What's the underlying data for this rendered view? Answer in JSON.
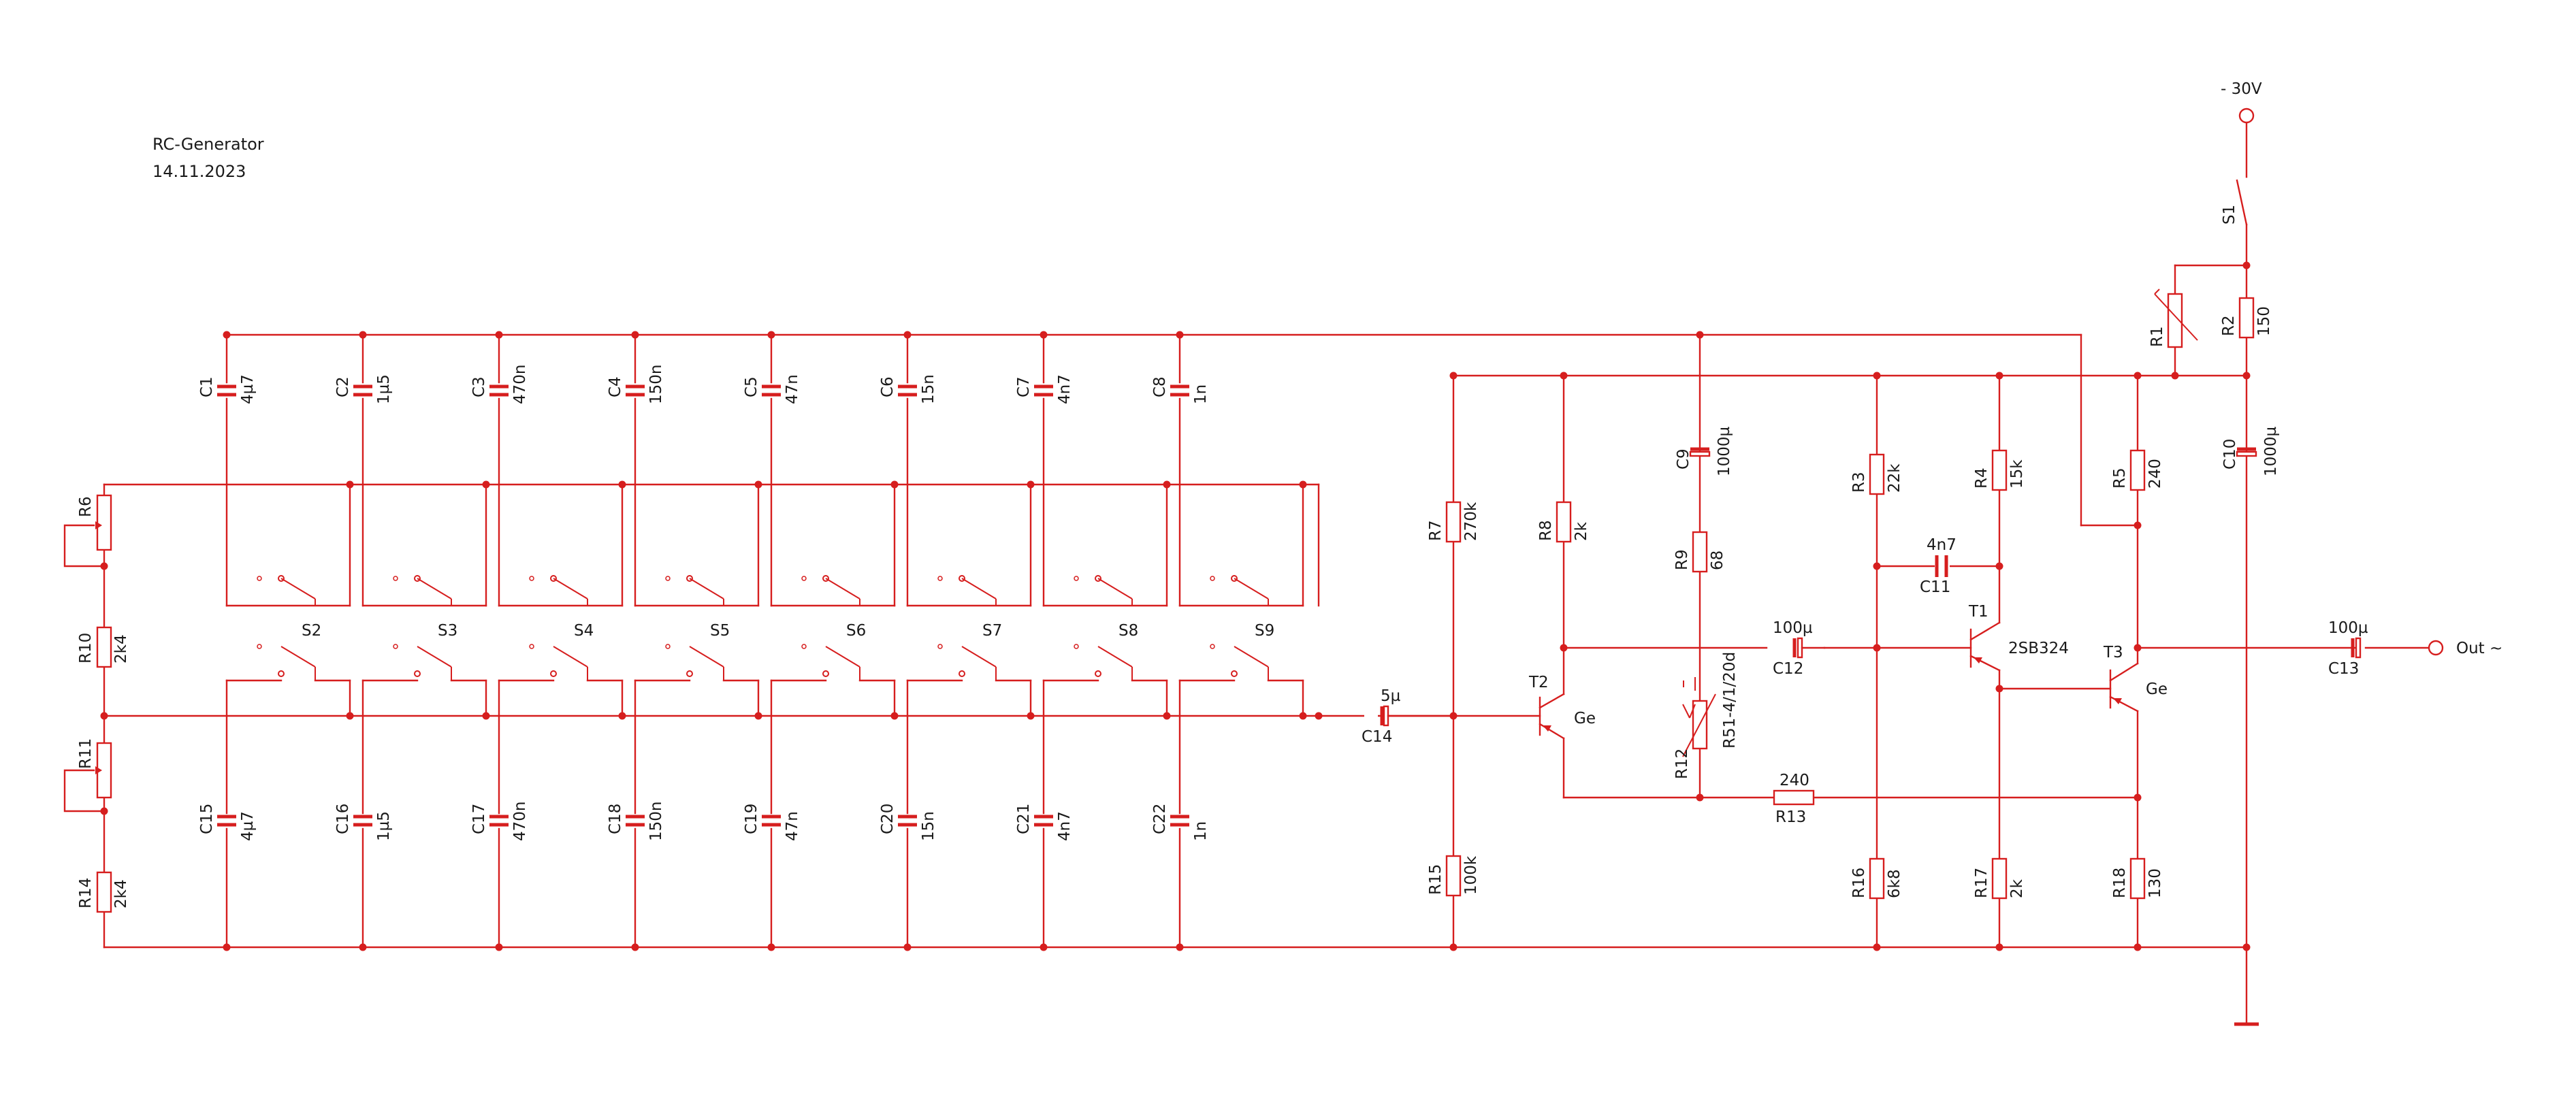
{
  "title": "RC-Generator",
  "date": "14.11.2023",
  "supply": "- 30V",
  "output_label": "Out ~",
  "colors": {
    "wire": "#d61e1e",
    "text": "#1a1a1a",
    "background": "#ffffff"
  },
  "capacitors_top": [
    {
      "ref": "C1",
      "value": "4µ7"
    },
    {
      "ref": "C2",
      "value": "1µ5"
    },
    {
      "ref": "C3",
      "value": "470n"
    },
    {
      "ref": "C4",
      "value": "150n"
    },
    {
      "ref": "C5",
      "value": "47n"
    },
    {
      "ref": "C6",
      "value": "15n"
    },
    {
      "ref": "C7",
      "value": "4n7"
    },
    {
      "ref": "C8",
      "value": "1n"
    }
  ],
  "capacitors_bottom": [
    {
      "ref": "C15",
      "value": "4µ7"
    },
    {
      "ref": "C16",
      "value": "1µ5"
    },
    {
      "ref": "C17",
      "value": "470n"
    },
    {
      "ref": "C18",
      "value": "150n"
    },
    {
      "ref": "C19",
      "value": "47n"
    },
    {
      "ref": "C20",
      "value": "15n"
    },
    {
      "ref": "C21",
      "value": "4n7"
    },
    {
      "ref": "C22",
      "value": "1n"
    }
  ],
  "switches": [
    "S2",
    "S3",
    "S4",
    "S5",
    "S6",
    "S7",
    "S8",
    "S9"
  ],
  "switch_S1": "S1",
  "resistors": {
    "R1": {
      "ref": "R1"
    },
    "R2": {
      "ref": "R2",
      "value": "150"
    },
    "R3": {
      "ref": "R3",
      "value": "22k"
    },
    "R4": {
      "ref": "R4",
      "value": "15k"
    },
    "R5": {
      "ref": "R5",
      "value": "240"
    },
    "R6": {
      "ref": "R6"
    },
    "R7": {
      "ref": "R7",
      "value": "270k"
    },
    "R8": {
      "ref": "R8",
      "value": "2k"
    },
    "R9": {
      "ref": "R9",
      "value": "68"
    },
    "R10": {
      "ref": "R10",
      "value": "2k4"
    },
    "R11": {
      "ref": "R11"
    },
    "R12": {
      "ref": "R12",
      "value": "R51-4/1/20d"
    },
    "R13": {
      "ref": "R13",
      "value": "240"
    },
    "R14": {
      "ref": "R14",
      "value": "2k4"
    },
    "R15": {
      "ref": "R15",
      "value": "100k"
    },
    "R16": {
      "ref": "R16",
      "value": "6k8"
    },
    "R17": {
      "ref": "R17",
      "value": "2k"
    },
    "R18": {
      "ref": "R18",
      "value": "130"
    }
  },
  "other_caps": {
    "C9": {
      "ref": "C9",
      "value": "1000µ"
    },
    "C10": {
      "ref": "C10",
      "value": "1000µ"
    },
    "C11": {
      "ref": "C11",
      "value": "4n7"
    },
    "C12": {
      "ref": "C12",
      "value": "100µ"
    },
    "C13": {
      "ref": "C13",
      "value": "100µ"
    },
    "C14": {
      "ref": "C14",
      "value": "5µ"
    }
  },
  "transistors": {
    "T1": {
      "ref": "T1",
      "type": "2SB324"
    },
    "T2": {
      "ref": "T2",
      "type": "Ge"
    },
    "T3": {
      "ref": "T3",
      "type": "Ge"
    }
  }
}
